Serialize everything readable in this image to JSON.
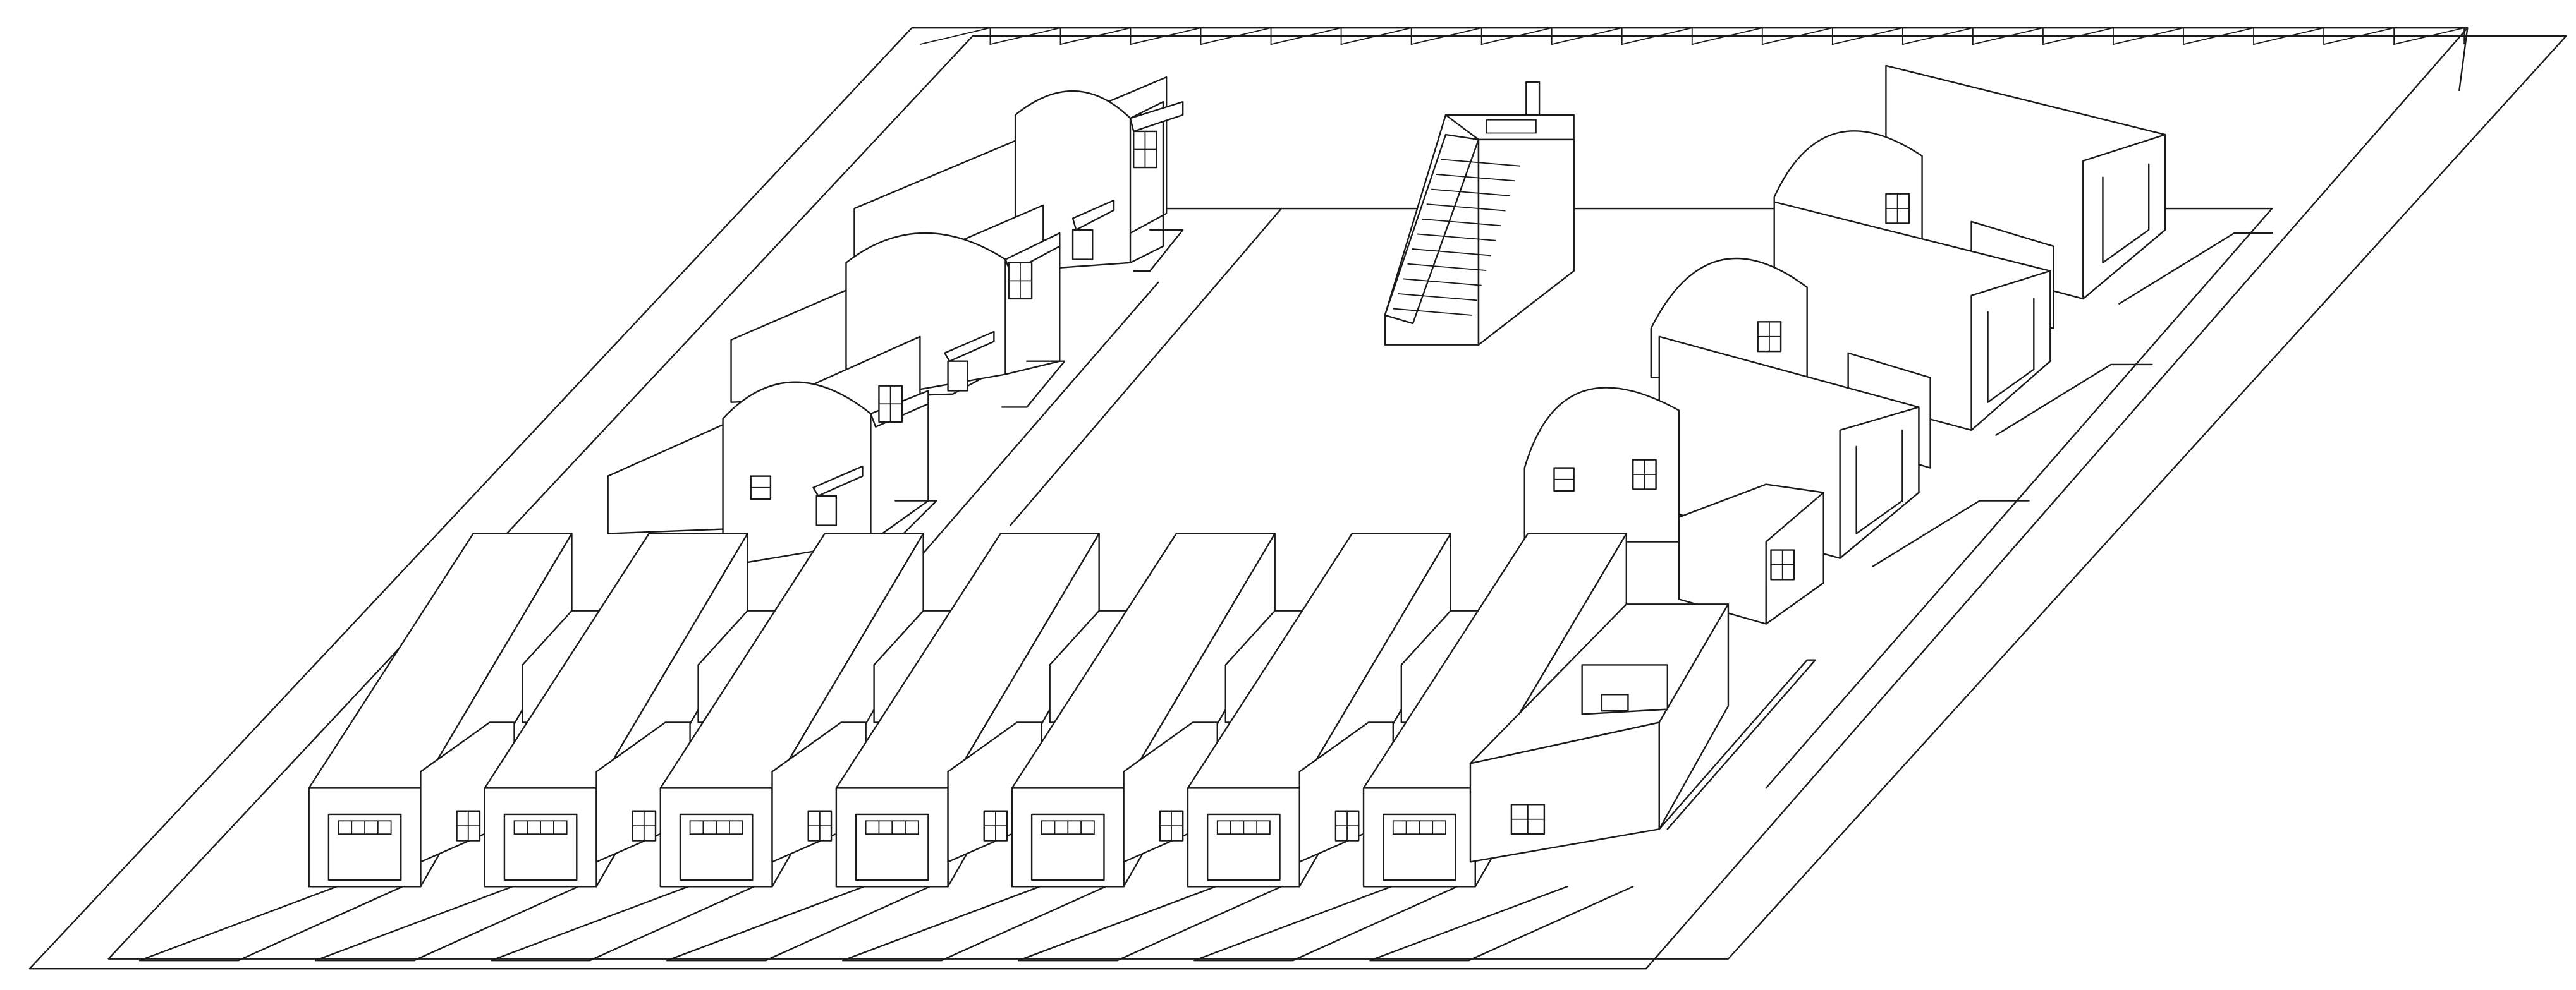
{
  "drawing": {
    "style": "isometric line drawing, black ink on white",
    "colors": {
      "ink": "#1a1a1a",
      "paper": "#ffffff"
    },
    "site": {
      "perimeter_sawtooth_teeth": 22
    },
    "groups": [
      {
        "name": "left-vaulted-houses",
        "count": 3
      },
      {
        "name": "right-vaulted-houses",
        "count": 3
      },
      {
        "name": "front-row-garage-houses",
        "count": 7
      },
      {
        "name": "central-stair-tower",
        "count": 1
      }
    ]
  }
}
